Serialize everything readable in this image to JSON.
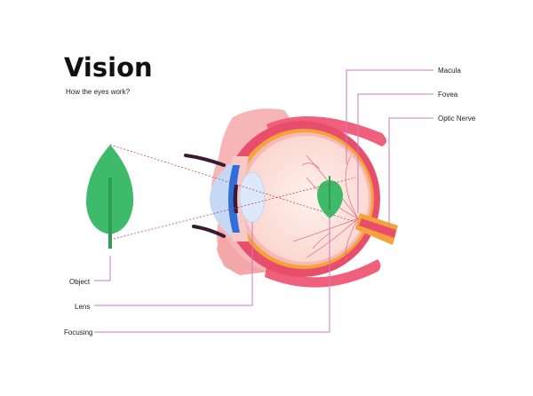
{
  "header": {
    "title": "Vision",
    "subtitle": "How the eyes work?"
  },
  "labels": {
    "macula": "Macula",
    "fovea": "Fovea",
    "optic_nerve": "Optic Nerve",
    "object": "Object",
    "lens": "Lens",
    "focusing": "Focusing"
  },
  "colors": {
    "leaf": "#3dbb6a",
    "leaf_stem": "#2f9d55",
    "sclera": "#e84e6b",
    "muscle": "#f0607c",
    "skin": "#f7b6b6",
    "eyeball_inner": "#fde8e4",
    "retina": "#f5a23b",
    "cornea": "#c5d9f5",
    "iris": "#2f6fdc",
    "lens": "#dde8fb",
    "lid_dark": "#3b1b33",
    "optic_nerve": "#f5a23b",
    "leader_line": "#c87bbf",
    "ray_line": "#b84a5e"
  }
}
